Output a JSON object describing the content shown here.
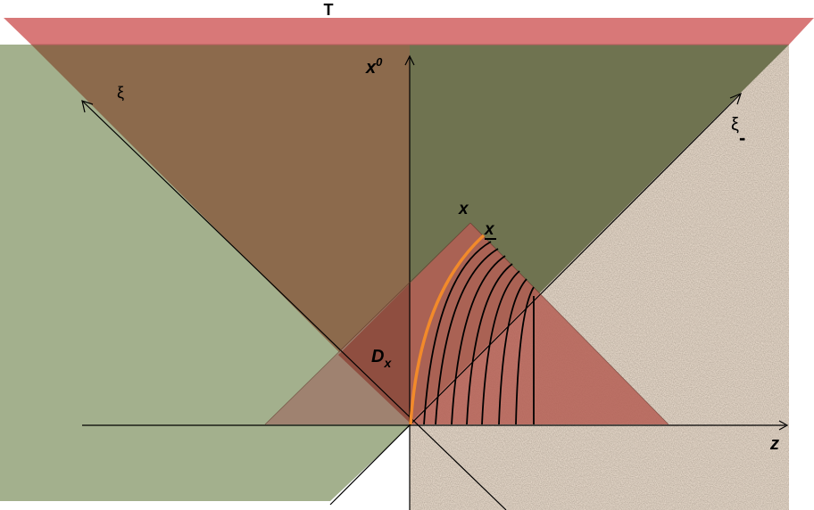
{
  "labels": {
    "top_band": "T",
    "time_axis": "x",
    "time_axis_sup": "0",
    "space_axis": "z",
    "xi_plus": "ξ",
    "xi_minus": "ξ",
    "xi_minus_sub": "-",
    "point_x": "x",
    "point_x_under": "x",
    "domain": "D",
    "domain_sub": "x"
  },
  "colors": {
    "band": "#d87878",
    "band_edge": "#b85e5e",
    "left_region": "#a3b08d",
    "upper_wedge": "#8c6a4c",
    "upper_right": "#6f7350",
    "speckle_base": "#a99682",
    "cone": "#b55f55",
    "domain_core": "#8f4e40",
    "overlap": "#9f8270",
    "curve_highlight": "#f28a2a",
    "curves": "#000000"
  }
}
